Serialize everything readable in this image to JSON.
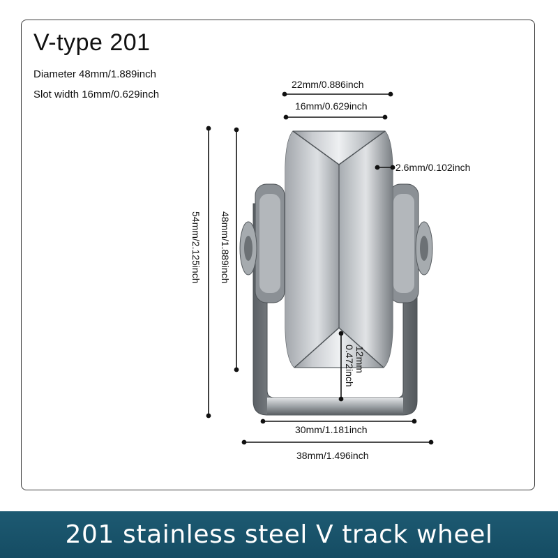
{
  "title": "V-type 201",
  "specs": {
    "diameter": "Diameter 48mm/1.889inch",
    "slot_width": "Slot width 16mm/0.629inch"
  },
  "dimensions": {
    "top_outer": "22mm/0.886inch",
    "top_inner": "16mm/0.629inch",
    "rim": "2.6mm/0.102inch",
    "overall_height": "54mm/2.125inch",
    "wheel_height": "48mm/1.889inch",
    "groove_depth_mm": "12mm",
    "groove_depth_in": "0.472inch",
    "bracket_inner": "30mm/1.181inch",
    "bracket_outer": "38mm/1.496inch"
  },
  "banner": "201 stainless steel V track wheel",
  "colors": {
    "banner_bg": "#1a5670",
    "steel_light": "#d6d9dc",
    "steel_dark": "#6f7479"
  }
}
